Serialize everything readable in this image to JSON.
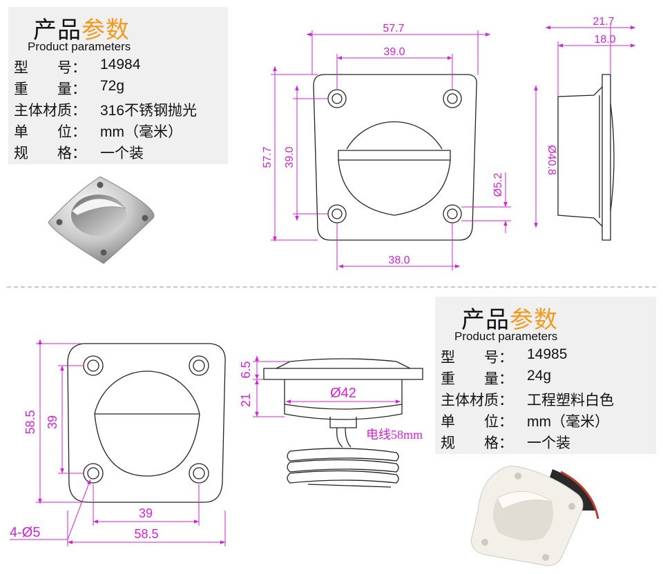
{
  "product1": {
    "title_main": "产品",
    "title_accent": "参数",
    "subtitle": "Product parameters",
    "specs": [
      {
        "label": "型　　号：",
        "value": "14984"
      },
      {
        "label": "重　　量：",
        "value": "72g"
      },
      {
        "label": "主体材质：",
        "value": "316不锈钢抛光"
      },
      {
        "label": "单　　位：",
        "value": "mm（毫米）"
      },
      {
        "label": "规　　格：",
        "value": "一个装"
      }
    ]
  },
  "product2": {
    "title_main": "产品",
    "title_accent": "参数",
    "subtitle": "Product parameters",
    "specs": [
      {
        "label": "型　　号：",
        "value": "14985"
      },
      {
        "label": "重　　量：",
        "value": "24g"
      },
      {
        "label": "主体材质：",
        "value": "工程塑料白色"
      },
      {
        "label": "单　　位：",
        "value": "mm（毫米）"
      },
      {
        "label": "规　　格：",
        "value": "一个装"
      }
    ]
  },
  "drawing1": {
    "overall_width": "57.7",
    "hole_spacing_top": "39.0",
    "overall_height": "57.7",
    "hole_spacing_vertical": "39.0",
    "hole_diameter": "Ø5.2",
    "hole_spacing_bottom": "38.0",
    "side_total": "21.7",
    "side_body": "18.0",
    "side_diameter": "Ø40.8"
  },
  "drawing2": {
    "overall_height": "58.5",
    "hole_spacing_vertical": "39",
    "hole_spacing_horizontal": "39",
    "overall_width": "58.5",
    "holes": "4-Ø5",
    "flange_height": "6.5",
    "body_height": "21",
    "body_diameter": "Ø42",
    "wire_note": "电线58mm"
  },
  "colors": {
    "dimension": "#d81fd8",
    "accent": "#f29a1f",
    "panel": "#f0f0f0"
  }
}
